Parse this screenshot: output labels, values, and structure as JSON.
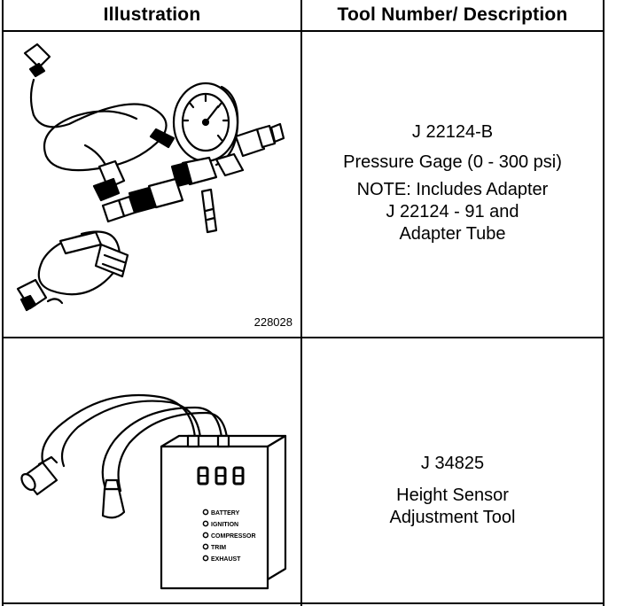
{
  "header": {
    "illustration": "Illustration",
    "description": "Tool Number/ Description"
  },
  "rows": [
    {
      "figure_number": "228028",
      "tool_number": "J 22124-B",
      "lines": [
        "Pressure Gage (0 - 300 psi)",
        "NOTE: Includes Adapter",
        "J 22124 - 91 and",
        "Adapter Tube"
      ]
    },
    {
      "tool_number": "J 34825",
      "lines": [
        "Height Sensor",
        "Adjustment Tool"
      ],
      "panel_labels": [
        "BATTERY",
        "IGNITION",
        "COMPRESSOR",
        "TRIM",
        "EXHAUST"
      ]
    }
  ]
}
